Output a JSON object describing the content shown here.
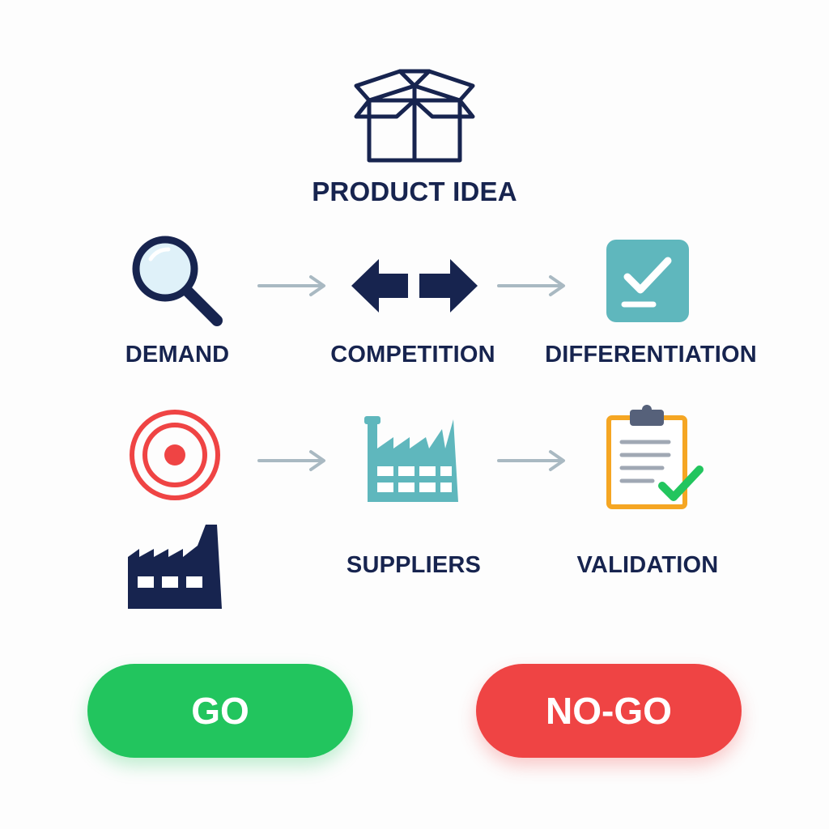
{
  "colors": {
    "navy": "#17244f",
    "teal": "#5fb7bd",
    "arrow_gray": "#a9b9c2",
    "target_red": "#ef4444",
    "clipboard_orange": "#f5a623",
    "check_green": "#22c55e",
    "go_green": "#22c55e",
    "nogo_red": "#ef4444"
  },
  "diagram": {
    "top": {
      "label": "PRODUCT IDEA",
      "icon": "open-box-icon"
    },
    "row1": [
      {
        "label": "DEMAND",
        "icon": "magnifying-glass-icon"
      },
      {
        "label": "COMPETITION",
        "icon": "double-arrow-icon"
      },
      {
        "label": "DIFFERENTIATION",
        "icon": "checkbox-icon"
      }
    ],
    "row2": [
      {
        "label": "",
        "icon": "target-icon"
      },
      {
        "label": "SUPPLIERS",
        "icon": "factory-icon"
      },
      {
        "label": "VALIDATION",
        "icon": "clipboard-check-icon"
      }
    ],
    "extra_icon": "factory-icon"
  },
  "buttons": {
    "go": "GO",
    "no_go": "NO-GO"
  }
}
